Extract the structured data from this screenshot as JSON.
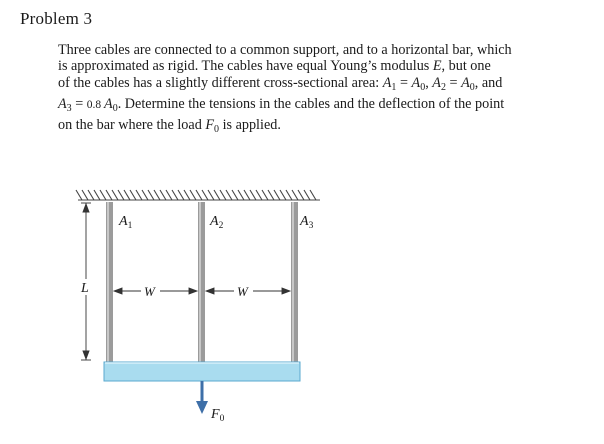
{
  "problem": {
    "heading": "Problem 3",
    "line1": "Three cables are connected to a common support, and to a horizontal bar, which",
    "line2_a": "is approximated as rigid. The cables have equal Young’s modulus ",
    "line2_E": "E",
    "line2_b": ", but one",
    "line3": "of the cables has a slightly different cross-sectional area: ",
    "A": "A",
    "sub1": "1",
    "sub2": "2",
    "sub3": "3",
    "sub0": "0",
    "eq": " = ",
    "sep": ", ",
    "and": ", and",
    "coef": "0.8 ",
    "line4_rest": ". Determine the tensions in the cables and the deflection of the point",
    "line5_a": "on the bar where the load ",
    "F": "F",
    "line5_b": " is applied."
  },
  "figure": {
    "label_L": "L",
    "label_W": "W",
    "cable_labels": [
      "A1",
      "A2",
      "A3"
    ],
    "load_label": "F0"
  },
  "colors": {
    "bar_fill": "#a9dcef",
    "bar_stroke": "#5aa9cf",
    "arrow": "#3e6fa8",
    "cable": "#8a8a8a"
  }
}
